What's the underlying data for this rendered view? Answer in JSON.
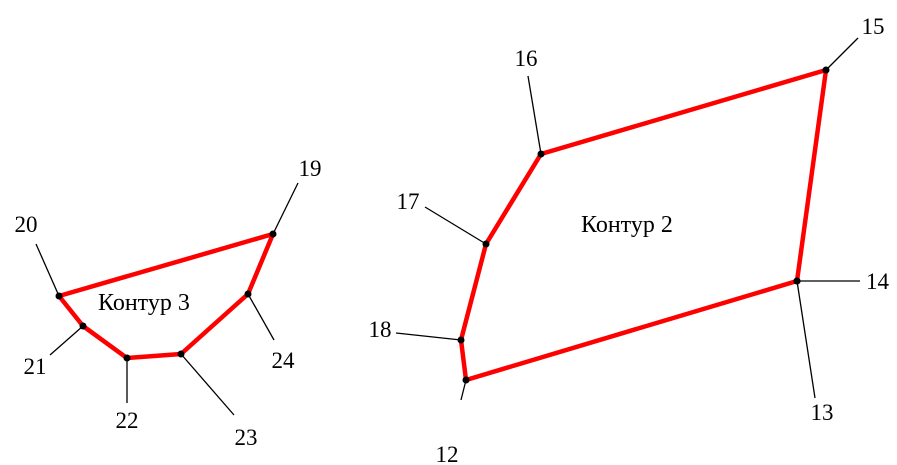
{
  "colors": {
    "outline": "#ff0000",
    "leader": "#000000",
    "vertex": "#000000",
    "background": "#ffffff"
  },
  "contours": [
    {
      "id": "contour-2",
      "label": "Контур 2",
      "points": [
        "12",
        "18",
        "17",
        "16",
        "15",
        "14"
      ]
    },
    {
      "id": "contour-3",
      "label": "Контур 3",
      "points": [
        "20",
        "19",
        "24",
        "23",
        "22",
        "21"
      ]
    }
  ],
  "points": [
    {
      "id": "12",
      "label": "12"
    },
    {
      "id": "13",
      "label": "13"
    },
    {
      "id": "14",
      "label": "14"
    },
    {
      "id": "15",
      "label": "15"
    },
    {
      "id": "16",
      "label": "16"
    },
    {
      "id": "17",
      "label": "17"
    },
    {
      "id": "18",
      "label": "18"
    },
    {
      "id": "19",
      "label": "19"
    },
    {
      "id": "20",
      "label": "20"
    },
    {
      "id": "21",
      "label": "21"
    },
    {
      "id": "22",
      "label": "22"
    },
    {
      "id": "23",
      "label": "23"
    },
    {
      "id": "24",
      "label": "24"
    }
  ]
}
